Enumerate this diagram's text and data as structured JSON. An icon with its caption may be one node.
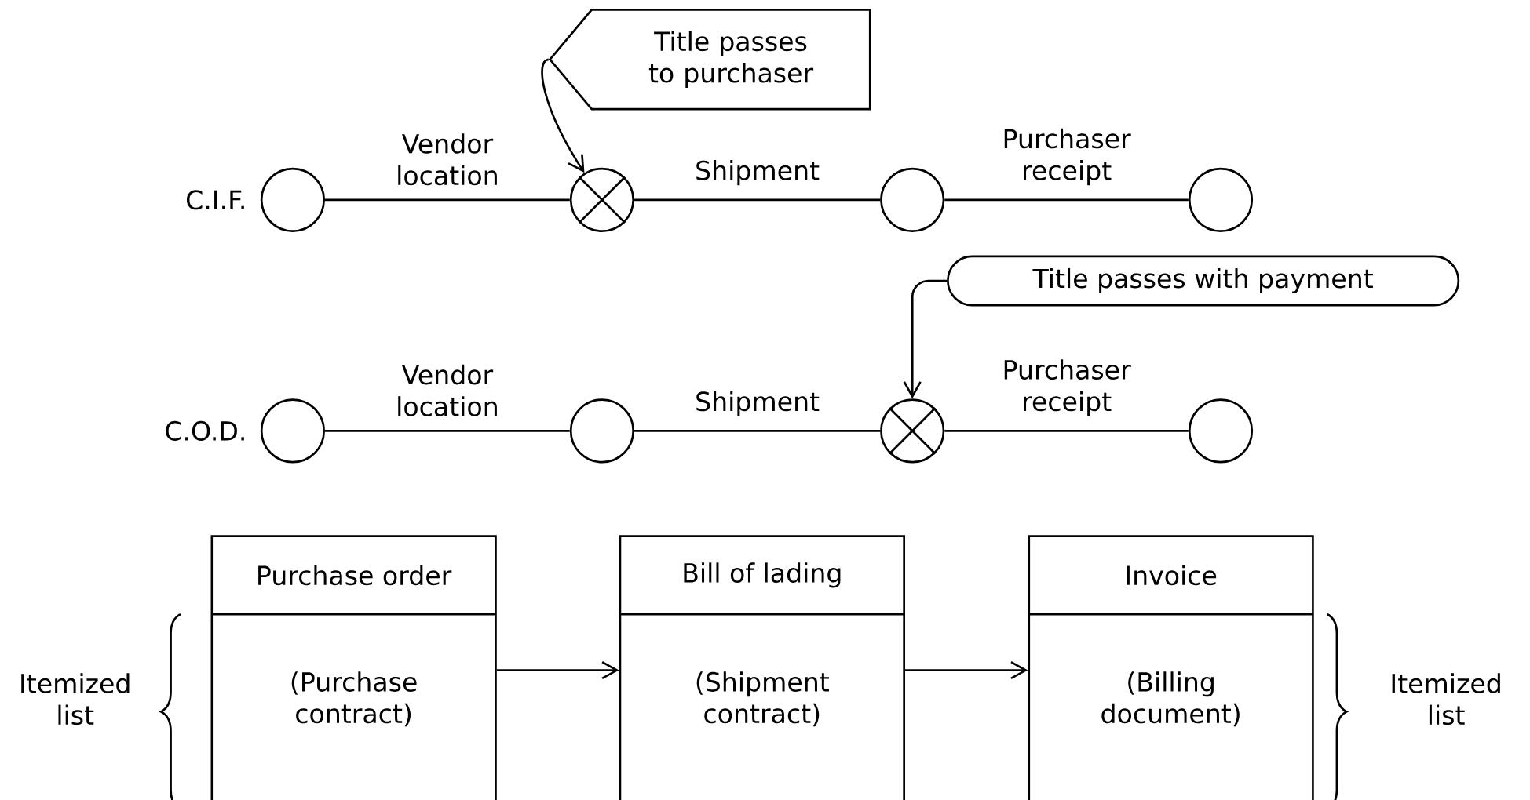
{
  "diagram": {
    "nodes": [
      {
        "text": [],
        "shape": "circle",
        "beside": [
          "C.I.F."
        ]
      },
      {
        "text": [],
        "shape": "circle"
      },
      {
        "text": [],
        "shape": "circle"
      },
      {
        "text": [],
        "shape": "circle"
      },
      {
        "text": [
          "Title passes to purchaser"
        ]
      },
      {
        "text": [],
        "shape": "circle",
        "beside": [
          "C.O.D."
        ]
      },
      {
        "text": [],
        "shape": "circle"
      },
      {
        "text": [],
        "shape": "circle"
      },
      {
        "text": [],
        "shape": "circle"
      },
      {
        "text": [
          "Title passes with payment"
        ]
      },
      {
        "text": [
          "Purchase order",
          "(Purchase contract)"
        ]
      },
      {
        "text": [
          "Bill of lading",
          "(Shipment contract)"
        ]
      },
      {
        "text": [
          "Invoice",
          "(Billing document)"
        ]
      }
    ],
    "edges": [
      {
        "from": 0,
        "to": 1,
        "arrow": "none",
        "label": "Vendor location"
      },
      {
        "from": 1,
        "to": 2,
        "arrow": "none",
        "label": "Shipment"
      },
      {
        "from": 2,
        "to": 3,
        "arrow": "none",
        "label": "Purchaser receipt"
      },
      {
        "from": 4,
        "to": 1,
        "arrow": "to"
      },
      {
        "from": 5,
        "to": 6,
        "arrow": "none",
        "label": "Vendor location"
      },
      {
        "from": 6,
        "to": 7,
        "arrow": "none",
        "label": "Shipment"
      },
      {
        "from": 7,
        "to": 8,
        "arrow": "none",
        "label": "Purchaser receipt"
      },
      {
        "from": 9,
        "to": 7,
        "arrow": "to"
      },
      {
        "from": 10,
        "to": 11,
        "arrow": "to"
      },
      {
        "from": 11,
        "to": 12,
        "arrow": "to"
      }
    ],
    "labels": [
      "Itemized list",
      "Itemized list"
    ]
  }
}
